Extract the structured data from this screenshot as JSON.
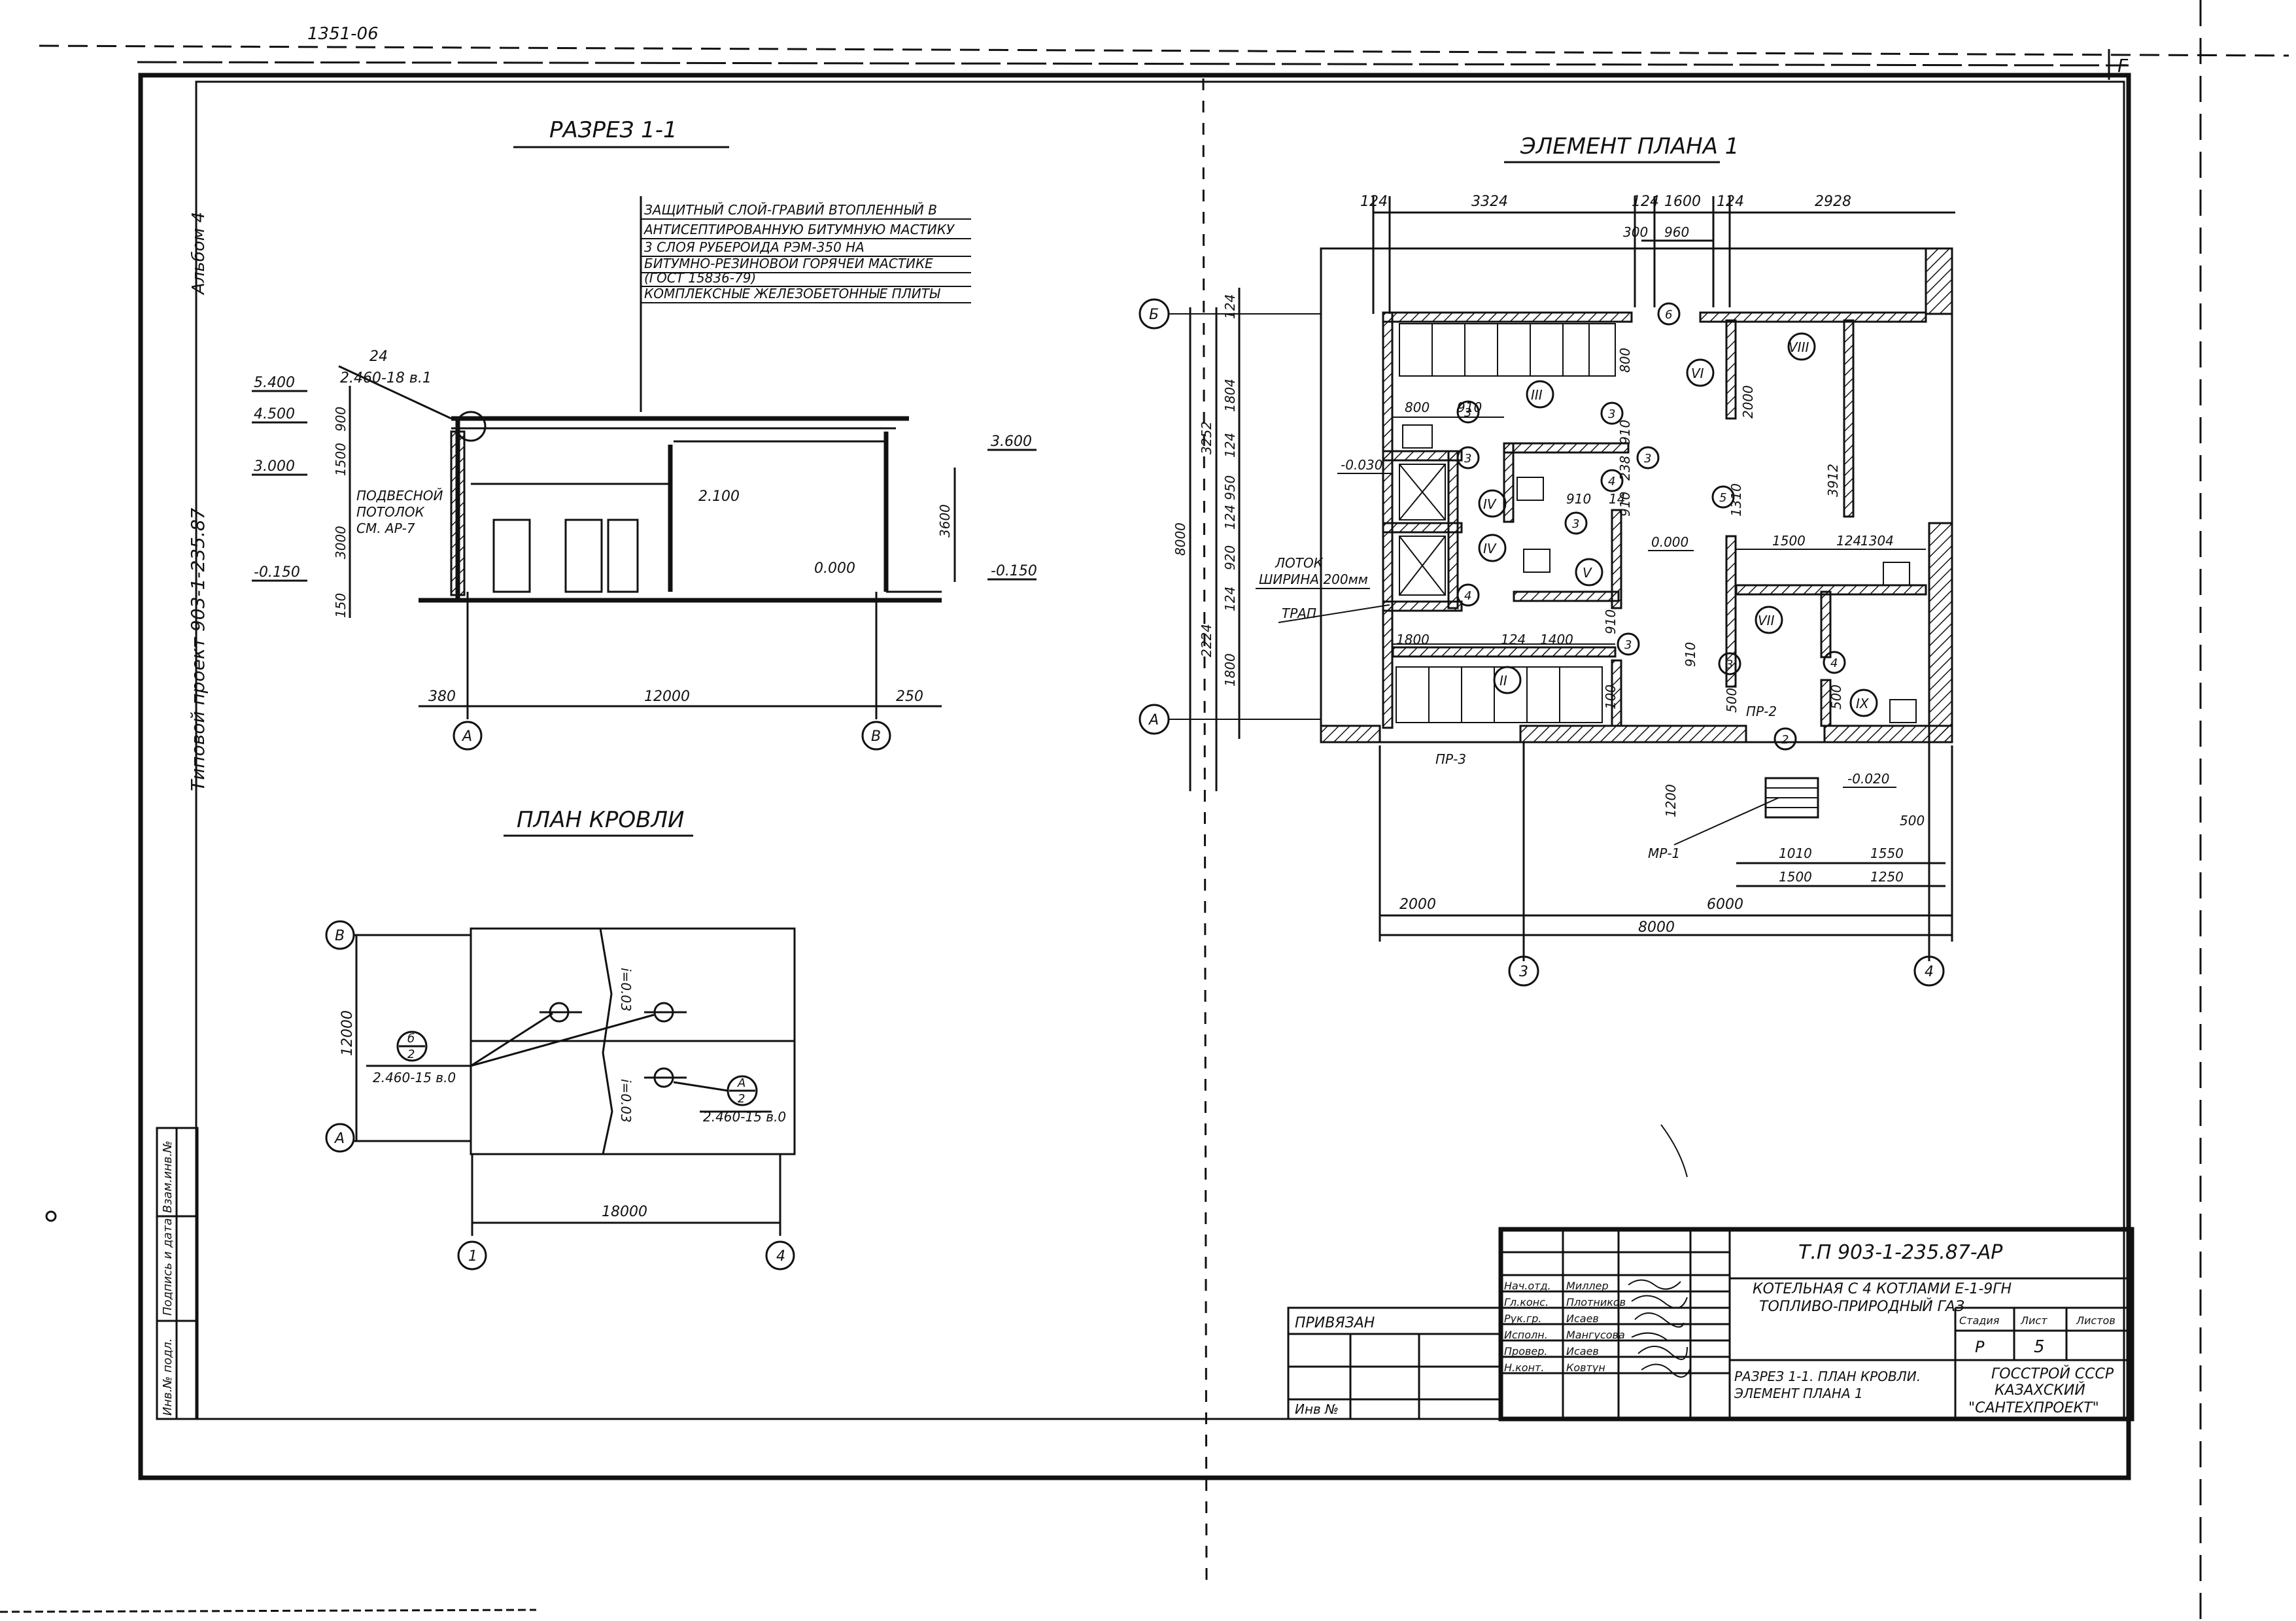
{
  "sheet": {
    "top_stamp": "1351-06",
    "corner_mark": "F",
    "album": "Альбом 4",
    "side_project": "Типовой проект 903-1-235.87",
    "side_cells": [
      "Инв.№ подл.",
      "Подпись и дата",
      "Взам.инв.№"
    ]
  },
  "section": {
    "title": "РАЗРЕЗ 1-1",
    "note_lines": [
      "ЗАЩИТНЫЙ СЛОЙ-ГРАВИЙ ВТОПЛЕННЫЙ В",
      "АНТИСЕПТИРОВАННУЮ БИТУМНУЮ МАСТИКУ",
      "3 СЛОЯ РУБЕРОИДА РЭМ-350 НА",
      "БИТУМНО-РЕЗИНОВОЙ ГОРЯЧЕЙ МАСТИКЕ",
      "(ГОСТ 15836-79)",
      "КОМПЛЕКСНЫЕ ЖЕЛЕЗОБЕТОННЫЕ ПЛИТЫ"
    ],
    "ceiling_note": [
      "ПОДВЕСНОЙ",
      "ПОТОЛОК",
      "СМ. АР-7"
    ],
    "marks": [
      "5.400",
      "4.500",
      "3.000",
      "-0.150",
      "3.600",
      "2.100",
      "0.000",
      "-0.150"
    ],
    "frag_ref": [
      "24",
      "2.460-18 в.1"
    ],
    "dims": [
      "900",
      "1500",
      "3000",
      "150",
      "3600",
      "380",
      "12000",
      "250"
    ],
    "axes": [
      "А",
      "В"
    ]
  },
  "roof_plan": {
    "title": "ПЛАН КРОВЛИ",
    "slope_labels": [
      "i=0.03",
      "i=0.03"
    ],
    "ref_left": {
      "num": "б",
      "den": "2",
      "doc": "2.460-15 в.0"
    },
    "ref_right": {
      "num": "А",
      "den": "2",
      "doc": "2.460-15 в.0"
    },
    "dims": [
      "12000",
      "18000"
    ],
    "axes_rows": [
      "В",
      "А"
    ],
    "axes_cols": [
      "1",
      "4"
    ]
  },
  "plan": {
    "title": "ЭЛЕМЕНТ ПЛАНА 1",
    "top_dims": [
      "124",
      "3324",
      "124",
      "1600",
      "124",
      "2928"
    ],
    "sub_dims": [
      "300",
      "960"
    ],
    "inner_dims": [
      "800",
      "910",
      "910",
      "238",
      "910",
      "14",
      "910",
      "1800",
      "124",
      "1400",
      "910",
      "100",
      "500",
      "910",
      "500",
      "2000",
      "1310",
      "3912",
      "1500",
      "124",
      "1304",
      "800"
    ],
    "left_dims": [
      "124",
      "1804",
      "3252",
      "124",
      "950",
      "124",
      "920",
      "124",
      "8000",
      "2224",
      "1800"
    ],
    "room_numbers": [
      "I",
      "II",
      "III",
      "IV",
      "IV",
      "V",
      "VI",
      "VII",
      "VIII",
      "IX"
    ],
    "detail_refs": [
      "3",
      "3",
      "3",
      "4",
      "3",
      "4",
      "3",
      "3",
      "5",
      "4",
      "3",
      "6",
      "2"
    ],
    "marks": [
      "-0.030",
      "0.000",
      "-0.020"
    ],
    "notes": [
      "ЛОТОК",
      "ШИРИНА 200мм",
      "ТРАП",
      "ПР-3",
      "ПР-2",
      "МР-1"
    ],
    "bottom_dims": [
      "1200",
      "1010",
      "1550",
      "500",
      "1500",
      "1250",
      "2000",
      "6000",
      "8000"
    ],
    "axes": [
      "Б",
      "А",
      "3",
      "4"
    ]
  },
  "title_block": {
    "code": "Т.П 903-1-235.87-АР",
    "description_lines": [
      "КОТЕЛЬНАЯ С 4 КОТЛАМИ Е-1-9ГН",
      "ТОПЛИВО-ПРИРОДНЫЙ ГАЗ"
    ],
    "sheet_name_lines": [
      "РАЗРЕЗ 1-1. ПЛАН КРОВЛИ.",
      "ЭЛЕМЕНТ ПЛАНА 1"
    ],
    "org_lines": [
      "ГОССТРОЙ СССР",
      "КАЗАХСКИЙ",
      "\"САНТЕХПРОЕКТ\""
    ],
    "stage_header": [
      "Стадия",
      "Лист",
      "Листов"
    ],
    "stage_values": [
      "Р",
      "5",
      ""
    ],
    "privyazan": "ПРИВЯЗАН",
    "inv": "Инв №",
    "signers": [
      {
        "role": "Нач.отд.",
        "name": "Миллер"
      },
      {
        "role": "Гл.конс.",
        "name": "Плотников"
      },
      {
        "role": "Рук.гр.",
        "name": "Исаев"
      },
      {
        "role": "Исполн.",
        "name": "Мангусова"
      },
      {
        "role": "Провер.",
        "name": "Исаев"
      },
      {
        "role": "Н.конт.",
        "name": "Ковтун"
      }
    ]
  }
}
